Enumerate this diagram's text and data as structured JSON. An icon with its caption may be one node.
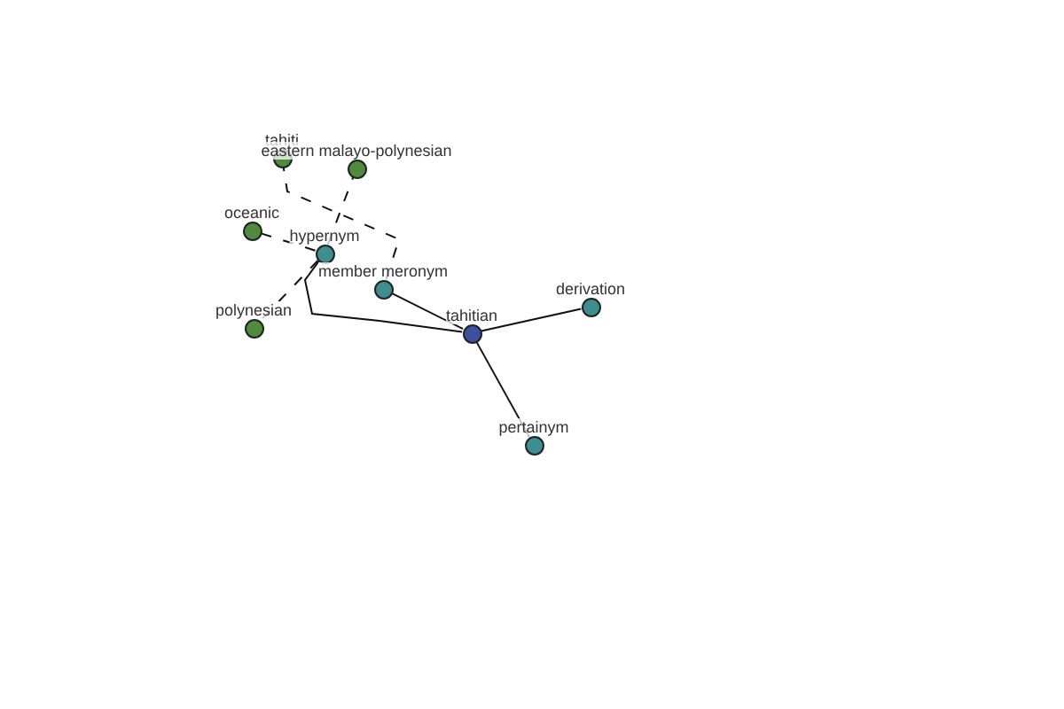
{
  "diagram": {
    "nodes": [
      {
        "text": [
          "tahiti"
        ]
      },
      {
        "text": [
          "eastern malayo-polynesian"
        ]
      },
      {
        "text": [
          "oceanic"
        ]
      },
      {
        "text": [
          "hypernym"
        ]
      },
      {
        "text": [
          "member meronym"
        ]
      },
      {
        "text": [
          "tahitian"
        ]
      },
      {
        "text": [
          "derivation"
        ]
      },
      {
        "text": [
          "polynesian"
        ]
      },
      {
        "text": [
          "pertainym"
        ]
      }
    ],
    "edges": [
      {
        "from": 5,
        "to": 3,
        "arrow": "none"
      },
      {
        "from": 5,
        "to": 4,
        "arrow": "none"
      },
      {
        "from": 5,
        "to": 6,
        "arrow": "none"
      },
      {
        "from": 5,
        "to": 8,
        "arrow": "none"
      },
      {
        "from": 3,
        "to": 1,
        "arrow": "none",
        "style": "dashed"
      },
      {
        "from": 3,
        "to": 2,
        "arrow": "none",
        "style": "dashed"
      },
      {
        "from": 3,
        "to": 7,
        "arrow": "none",
        "style": "dashed"
      },
      {
        "from": 4,
        "to": 0,
        "arrow": "none",
        "style": "dashed"
      }
    ]
  }
}
